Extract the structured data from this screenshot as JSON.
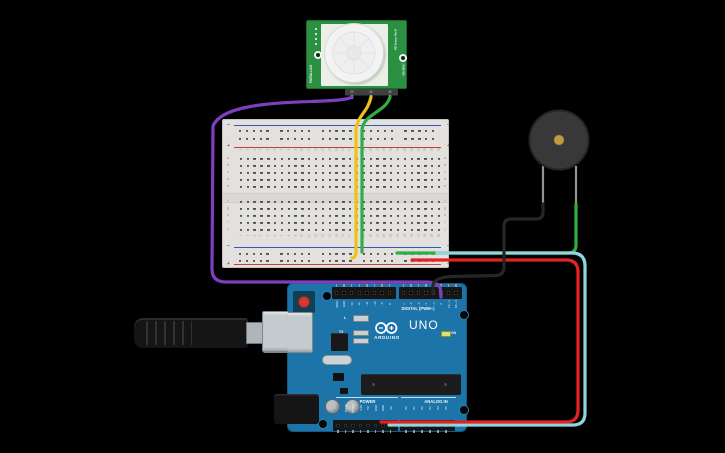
{
  "canvas": {
    "background_color": "#000000"
  },
  "pir_sensor": {
    "brand_label": "PARALLAX",
    "model_label": "PIR Sensor Rev B",
    "sku_label": "555-28027",
    "board_color": "#2c9043"
  },
  "breadboard": {
    "column_numbers": [
      "1",
      "2",
      "3",
      "4",
      "5",
      "6",
      "7",
      "8",
      "9",
      "10",
      "11",
      "12",
      "13",
      "14",
      "15",
      "16",
      "17",
      "18",
      "19",
      "20",
      "21",
      "22",
      "23",
      "24",
      "25",
      "26",
      "27",
      "28",
      "29",
      "30"
    ],
    "row_letters_top": [
      "a",
      "b",
      "c",
      "d",
      "e"
    ],
    "row_letters_bottom": [
      "f",
      "g",
      "h",
      "i",
      "j"
    ],
    "rail_minus_symbol": "−",
    "rail_plus_symbol": "+",
    "minus_rail_color": "#3c55c0",
    "plus_rail_color": "#c04040"
  },
  "arduino": {
    "board_color": "#1d74a8",
    "brand_label": "ARDUINO",
    "model_label": "UNO",
    "digital_header_label": "DIGITAL (PWM~)",
    "power_header_label": "POWER",
    "analog_header_label": "ANALOG IN",
    "on_led_label": "ON",
    "led_labels": [
      "L",
      "TX",
      "RX"
    ],
    "digital_pins_left": [
      "AREF",
      "GND",
      "13",
      "12",
      "~11",
      "~10",
      "~9",
      "8"
    ],
    "digital_pins_right": [
      "7",
      "~6",
      "~5",
      "4",
      "~3",
      "2",
      "TX→1",
      "RX←0"
    ],
    "power_pins": [
      "IOREF",
      "RESET",
      "3.3V",
      "5V",
      "GND",
      "GND",
      "Vin"
    ],
    "analog_pins": [
      "A0",
      "A1",
      "A2",
      "A3",
      "A4",
      "A5"
    ]
  },
  "buzzer": {
    "body_color": "#383838",
    "terminal_color": "#c09a45"
  },
  "wires": {
    "pir_signal_to_d2": "#7d3fbf",
    "pir_power_to_plus_rail": "#edc11c",
    "pir_ground_to_minus_rail": "#2fae44",
    "buzzer_ground_to_minus_rail": "#2fae44",
    "minus_rail_to_gnd": "#8fd7e0",
    "plus_rail_to_5v": "#e32222",
    "buzzer_positive_to_d3": "#262626"
  }
}
